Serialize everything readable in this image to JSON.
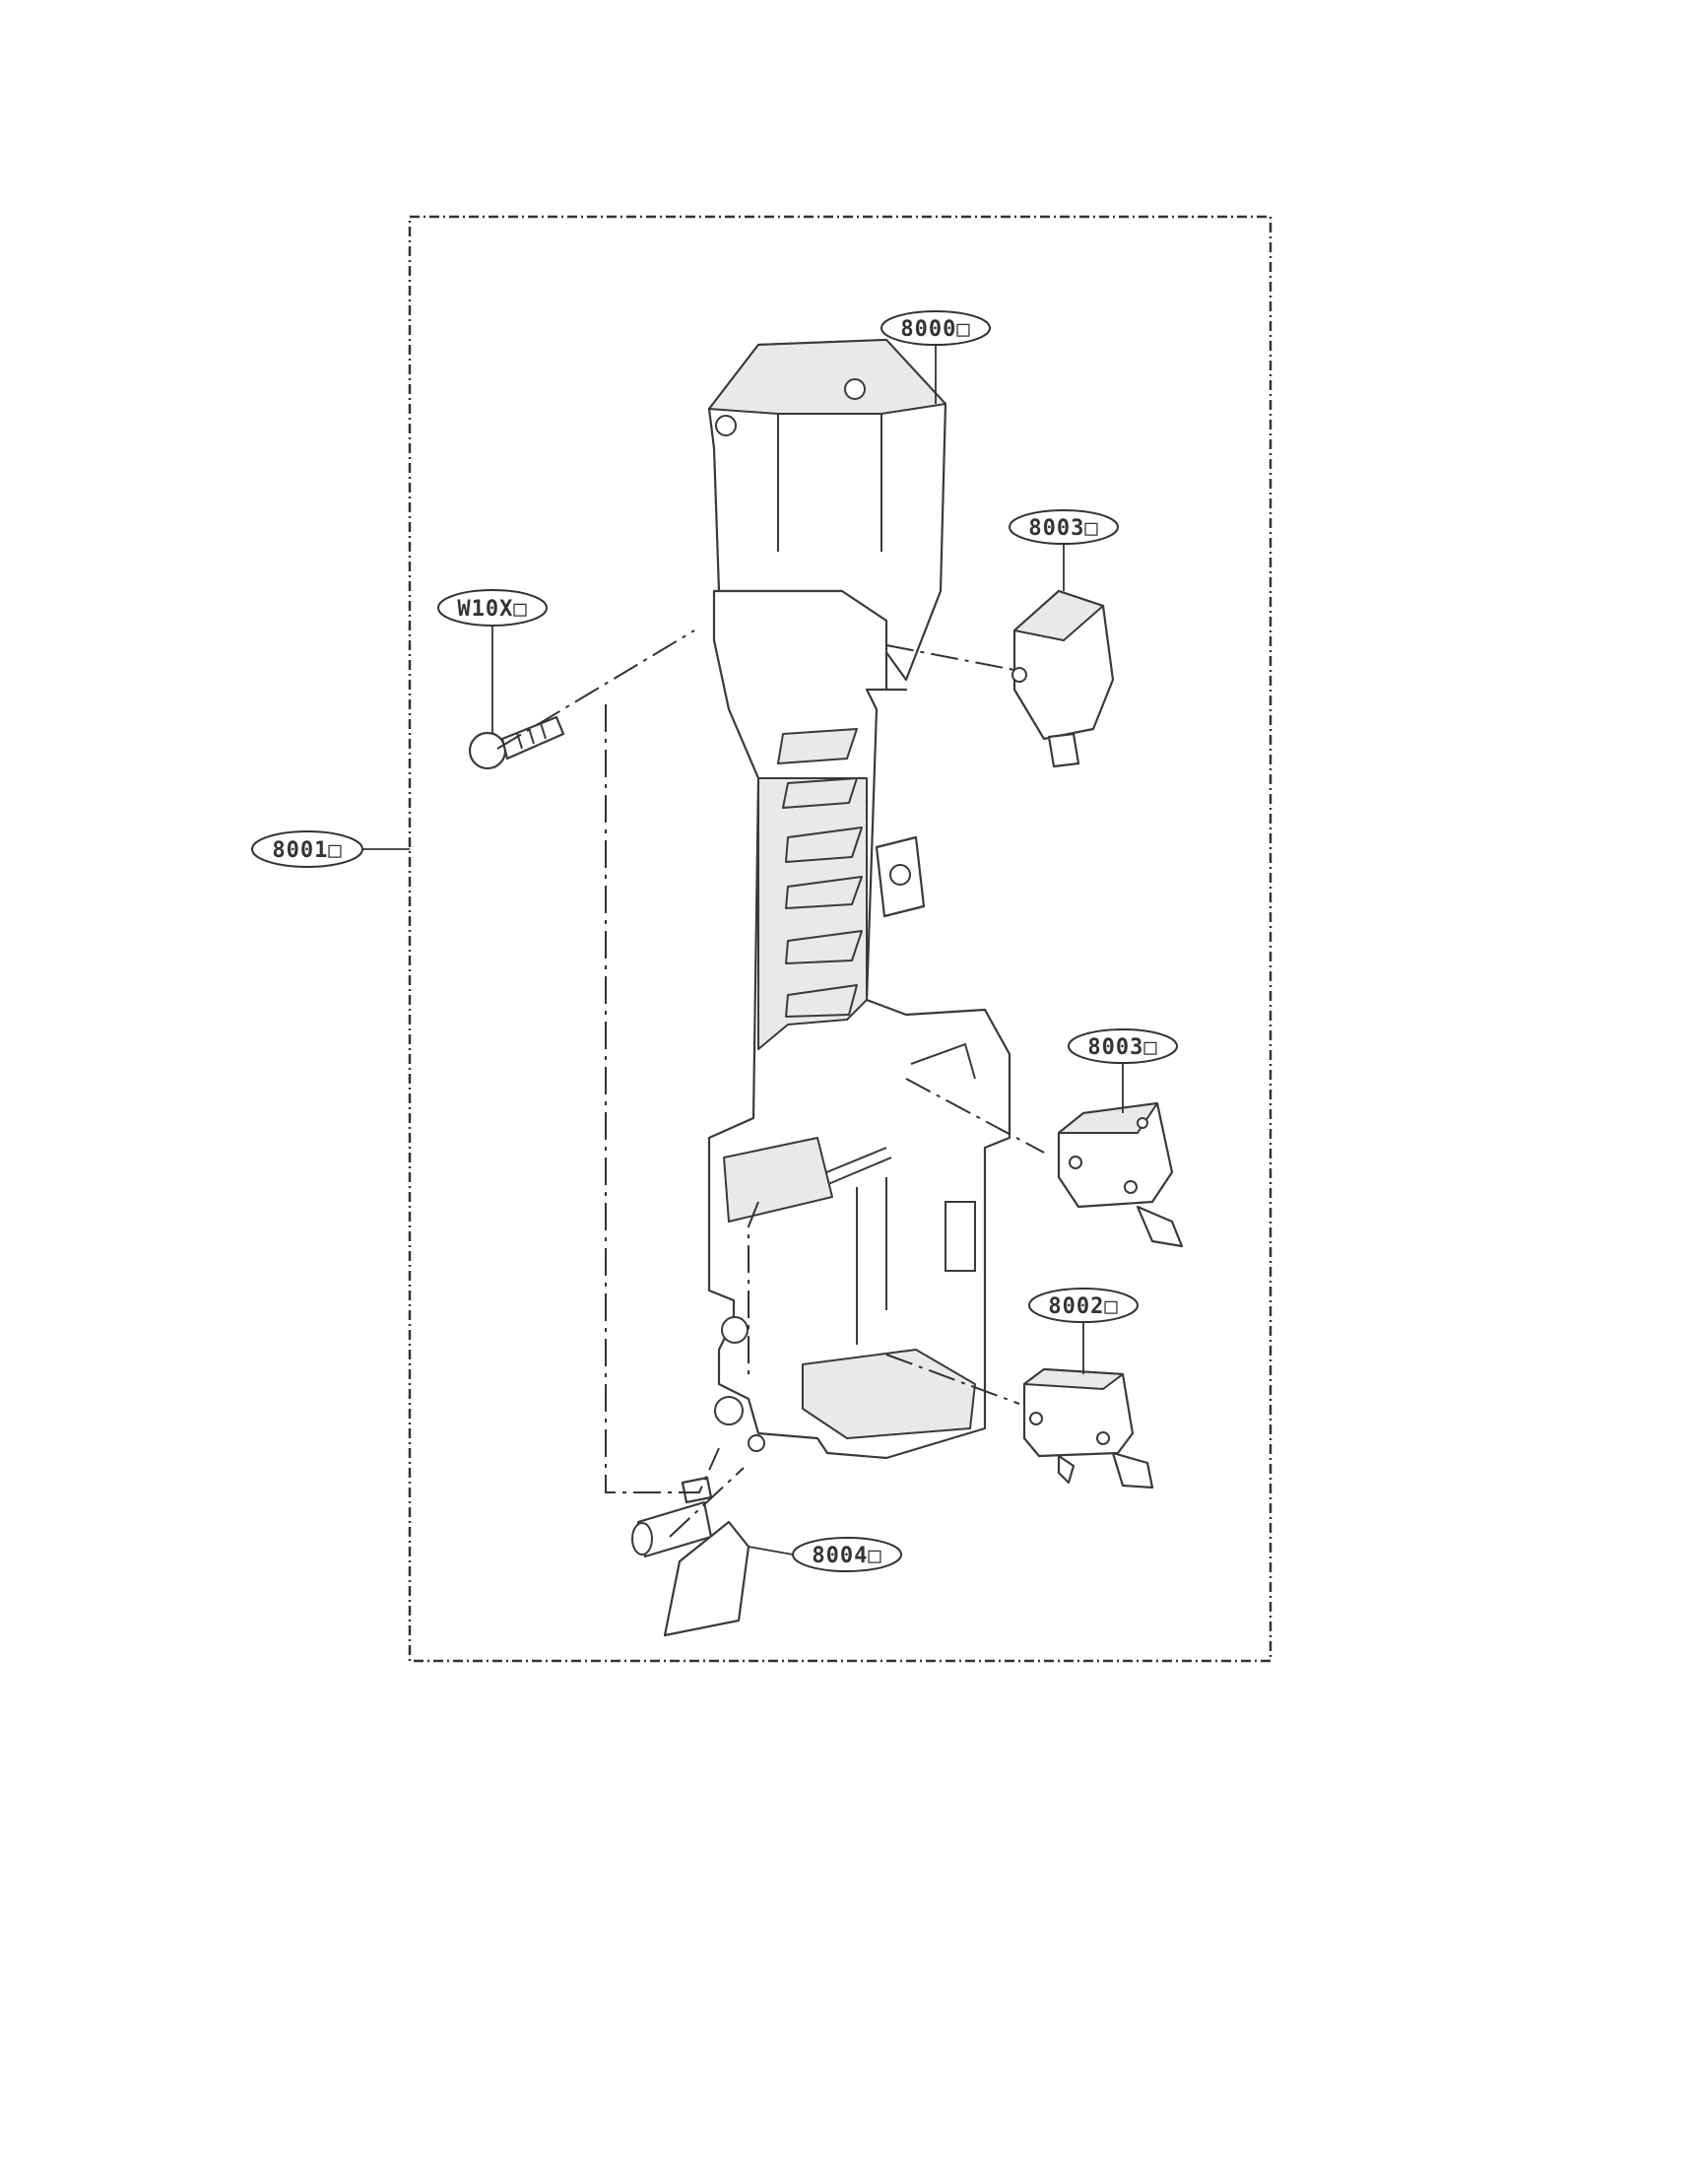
{
  "callouts": {
    "door_assembly": "8001□",
    "latch_board": "8000□",
    "screw": "W10X□",
    "switch_top": "8003□",
    "switch_middle": "8003□",
    "switch_bottom": "8002□",
    "lever": "8004□"
  }
}
